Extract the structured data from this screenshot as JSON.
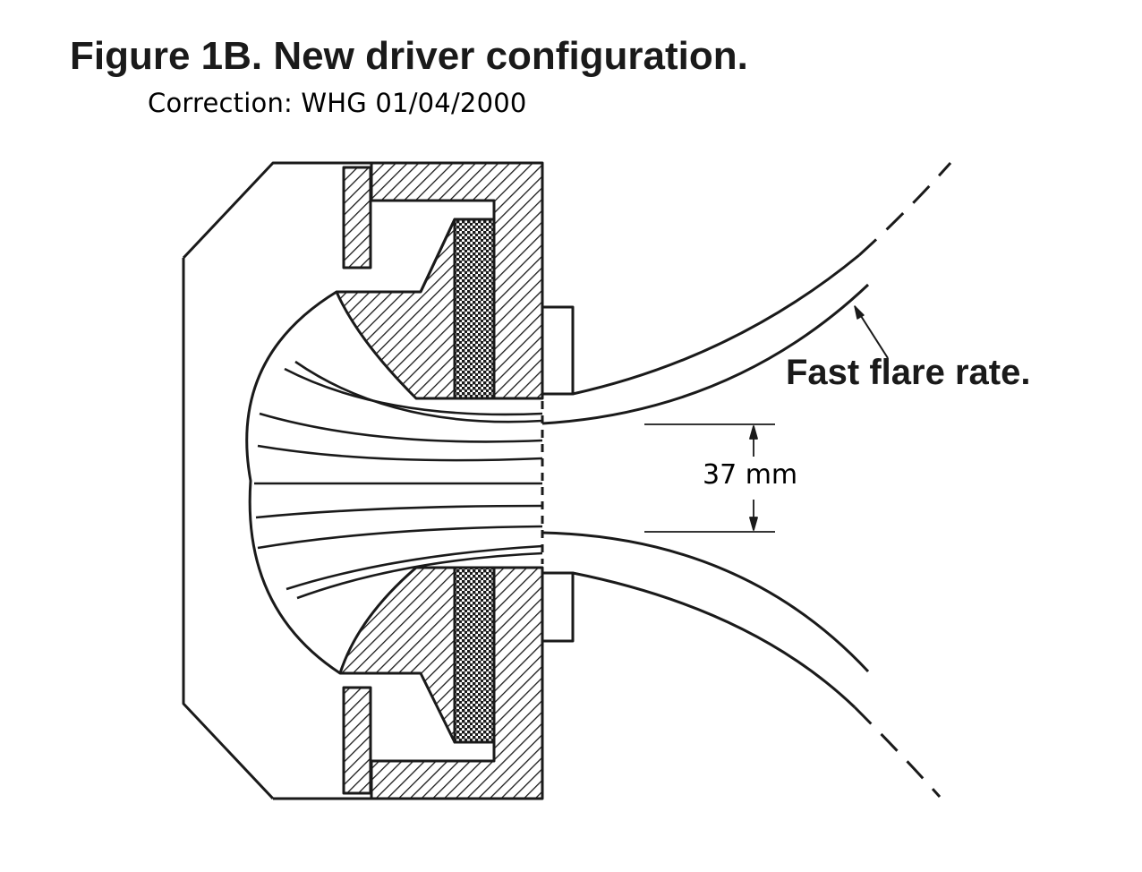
{
  "figure": {
    "title": "Figure 1B. New driver configuration.",
    "correction": "Correction:  WHG  01/04/2000"
  },
  "labels": {
    "flare": "Fast flare rate.",
    "dimension": "37 mm"
  },
  "colors": {
    "ink": "#1a1a1a",
    "paper": "#ffffff"
  }
}
